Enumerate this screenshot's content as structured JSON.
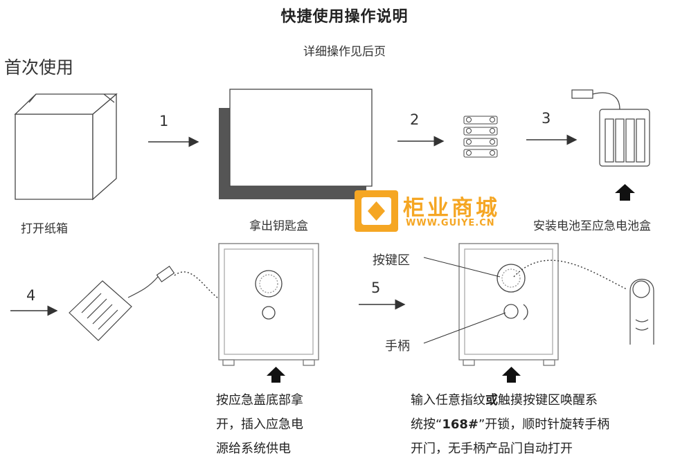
{
  "header": {
    "title": "快捷使用操作说明",
    "subtitle": "详细操作见后页"
  },
  "section": {
    "label": "首次使用"
  },
  "steps": {
    "s1": "1",
    "s2": "2",
    "s3": "3",
    "s4": "4",
    "s5": "5"
  },
  "captions": {
    "open_box": "打开纸箱",
    "take_key_box": "拿出钥匙盒",
    "install_battery": "安装电池至应急电池盒"
  },
  "labels": {
    "keypad_area": "按键区",
    "handle": "手柄"
  },
  "notes": {
    "step4": [
      "按应急盖底部拿",
      "开，插入应急电",
      "源给系统供电"
    ],
    "step5": {
      "line1_before": "输入任意指纹",
      "line1_bold": "或",
      "line1_after": "触摸按键区唤醒系",
      "line2_before": "统按“",
      "line2_bold": "168#",
      "line2_after": "”开锁，顺时针旋转手柄",
      "line3": "开门，无手柄产品门自动打开"
    }
  },
  "watermark": {
    "name": "柜业商城",
    "url": "WWW.GUIYE.CN"
  },
  "colors": {
    "line": "#333333",
    "shadow": "#555555",
    "watermark": "#f5a623"
  }
}
